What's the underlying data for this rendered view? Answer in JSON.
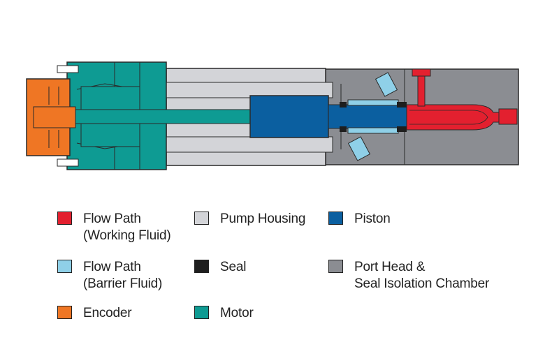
{
  "colors": {
    "flow_working": "#e3202f",
    "flow_barrier": "#8fd0e8",
    "encoder": "#ef7624",
    "pump_housing": "#d3d4d8",
    "seal": "#1e1e1e",
    "motor": "#0e9b93",
    "piston": "#0b5fa0",
    "port_head": "#8b8d92",
    "outline": "#2a2a2a"
  },
  "legend": {
    "flow_working": {
      "line1": "Flow Path",
      "line2": "(Working Fluid)"
    },
    "flow_barrier": {
      "line1": "Flow Path",
      "line2": "(Barrier Fluid)"
    },
    "encoder": {
      "line1": "Encoder"
    },
    "pump_housing": {
      "line1": "Pump Housing"
    },
    "seal": {
      "line1": "Seal"
    },
    "motor": {
      "line1": "Motor"
    },
    "piston": {
      "line1": "Piston"
    },
    "port_head": {
      "line1": "Port Head &",
      "line2": "Seal Isolation Chamber"
    }
  }
}
